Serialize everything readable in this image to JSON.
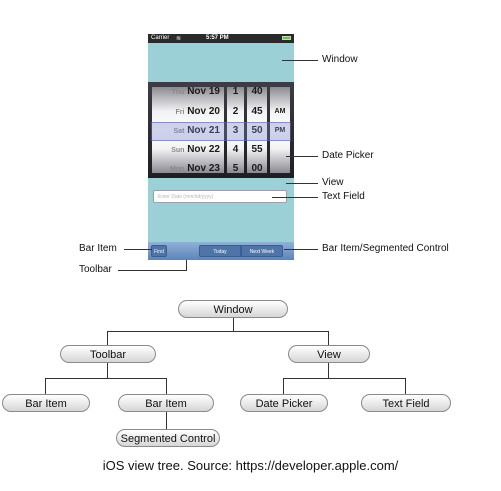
{
  "phone": {
    "status": {
      "carrier": "Carrier",
      "time": "5:57 PM"
    },
    "picker": {
      "date_rows": [
        {
          "day": "Thu",
          "date": "Nov 19"
        },
        {
          "day": "Fri",
          "date": "Nov 20"
        },
        {
          "day": "Sat",
          "date": "Nov 21"
        },
        {
          "day": "Sun",
          "date": "Nov 22"
        },
        {
          "day": "Mon",
          "date": "Nov 23"
        }
      ],
      "hours": [
        "1",
        "2",
        "3",
        "4",
        "5"
      ],
      "minutes": [
        "40",
        "45",
        "50",
        "55",
        "00"
      ],
      "ampm": [
        "AM",
        "PM"
      ]
    },
    "text_field_placeholder": "Enter Date (mm/dd/yyyy)",
    "toolbar": {
      "find": "Find",
      "today": "Today",
      "next_week": "Next Week"
    }
  },
  "callouts": {
    "window": "Window",
    "date_picker": "Date Picker",
    "view": "View",
    "text_field": "Text Field",
    "bar_item": "Bar Item",
    "toolbar": "Toolbar",
    "bar_item_segmented": "Bar Item/Segmented Control"
  },
  "tree": {
    "window": "Window",
    "toolbar": "Toolbar",
    "view": "View",
    "bar_item_1": "Bar Item",
    "bar_item_2": "Bar Item",
    "segmented_control": "Segmented Control",
    "date_picker": "Date Picker",
    "text_field": "Text Field"
  },
  "caption": "iOS view tree. Source: https://developer.apple.com/"
}
